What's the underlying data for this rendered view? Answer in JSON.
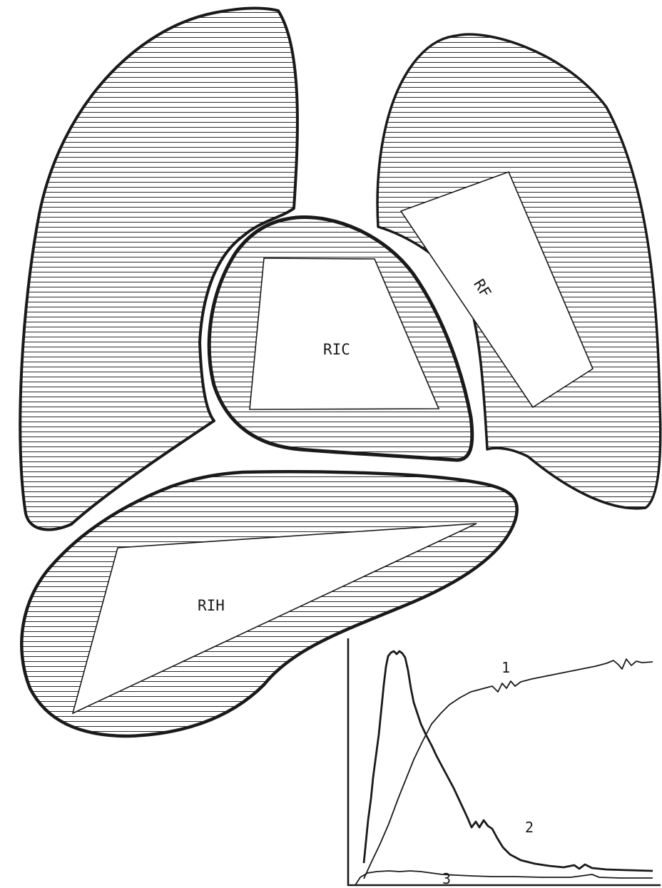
{
  "regions": {
    "ric": {
      "label": "RIC"
    },
    "rf": {
      "label": "RF"
    },
    "rih": {
      "label": "RIH"
    }
  },
  "inset_chart": {
    "type": "line",
    "axes_tick_labels": "none",
    "series": [
      {
        "name": "1",
        "shape": "rising-plateau"
      },
      {
        "name": "2",
        "shape": "early-peak-decay"
      },
      {
        "name": "3",
        "shape": "flat-low"
      }
    ]
  },
  "colors": {
    "ink": "#1a1a1a",
    "paper": "#ffffff"
  }
}
